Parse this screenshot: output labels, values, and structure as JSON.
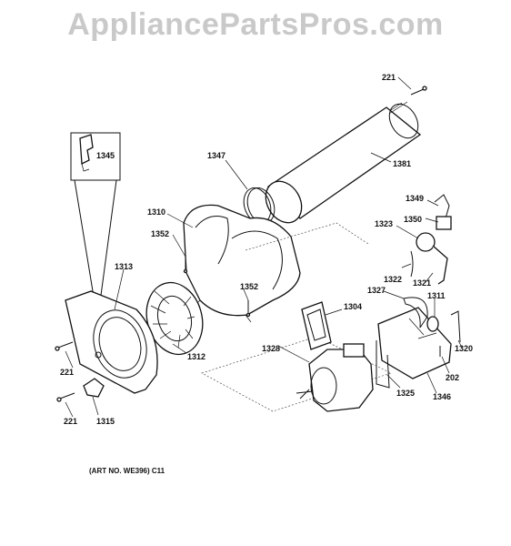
{
  "watermark": "AppliancePartsPros.com",
  "art_number": "(ART NO. WE396) C11",
  "parts": {
    "p221a": "221",
    "p1381": "1381",
    "p1347": "1347",
    "p1345": "1345",
    "p1310": "1310",
    "p1352a": "1352",
    "p1313": "1313",
    "p1352b": "1352",
    "p1312": "1312",
    "p221b": "221",
    "p221c": "221",
    "p1315": "1315",
    "p1349": "1349",
    "p1350": "1350",
    "p1323": "1323",
    "p1322": "1322",
    "p1327": "1327",
    "p1321": "1321",
    "p1311": "1311",
    "p1304": "1304",
    "p1328": "1328",
    "p1320": "1320",
    "p202": "202",
    "p1325": "1325",
    "p1346": "1346"
  }
}
